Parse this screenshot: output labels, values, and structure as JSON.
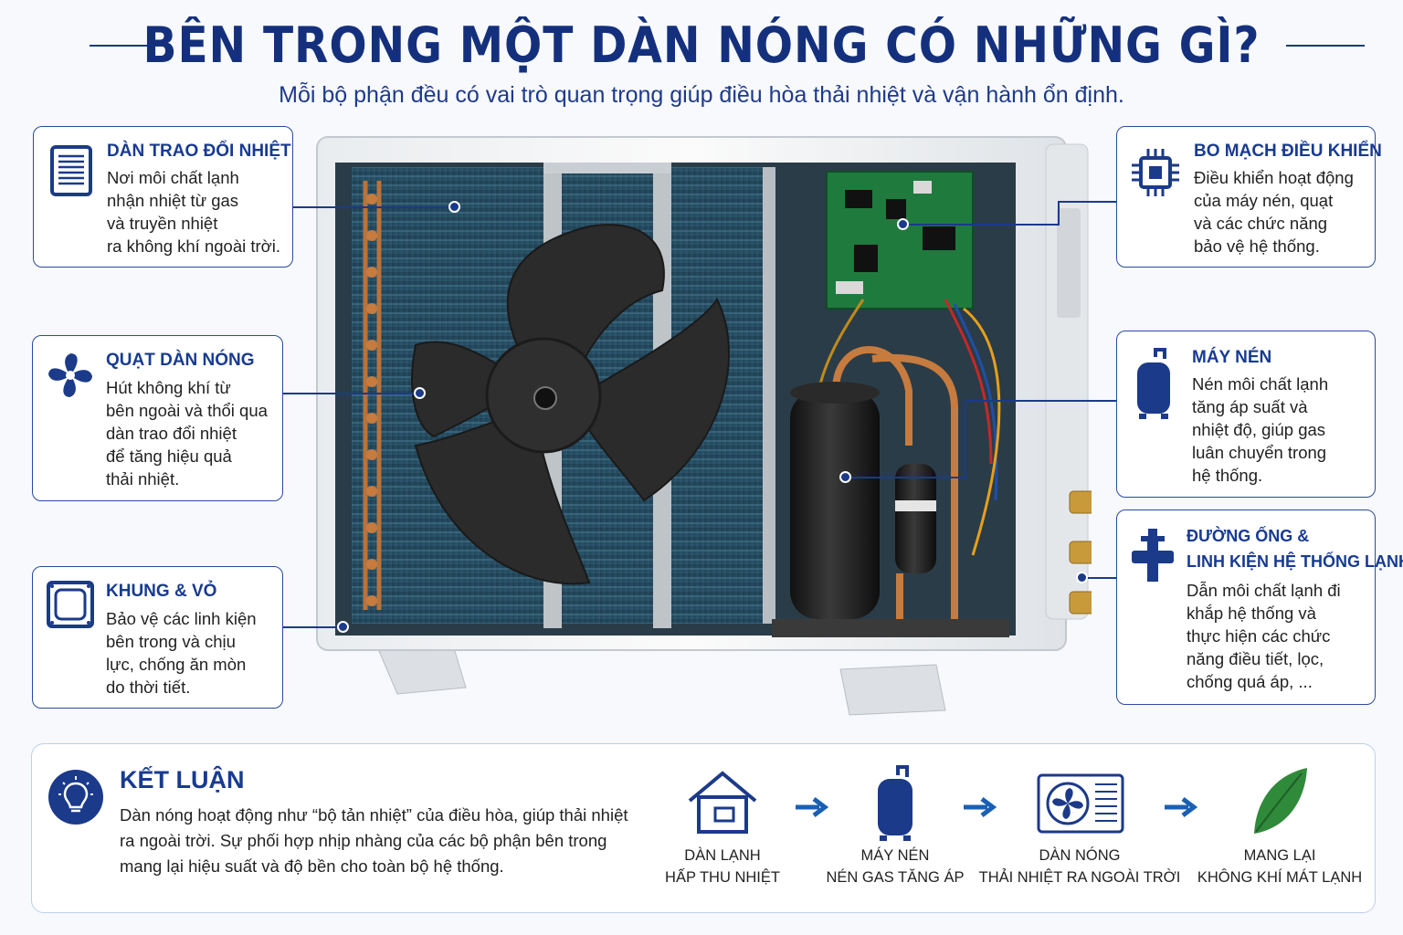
{
  "header": {
    "title": "BÊN TRONG MỘT DÀN NÓNG CÓ NHỮNG GÌ?",
    "subtitle": "Mỗi bộ phận đều có vai trò quan trọng giúp điều hòa thải nhiệt và vận hành ổn định."
  },
  "cards": {
    "heat_exchanger": {
      "title": "DÀN TRAO ĐỔI NHIỆT",
      "body": "Nơi môi chất lạnh\nnhận nhiệt từ gas\nvà truyền nhiệt\nra không khí ngoài trời."
    },
    "fan": {
      "title": "QUẠT DÀN NÓNG",
      "body": "Hút không khí từ\nbên ngoài và thổi qua\ndàn trao đổi nhiệt\nđể tăng hiệu quả\nthải nhiệt."
    },
    "frame": {
      "title": "KHUNG & VỎ",
      "body": "Bảo vệ các linh kiện\nbên trong và chịu\nlực, chống ăn mòn\ndo thời tiết."
    },
    "control_board": {
      "title": "BO MẠCH ĐIỀU KHIỂN",
      "body": "Điều khiển hoạt động\ncủa máy nén, quạt\nvà các chức năng\nbảo vệ hệ thống."
    },
    "compressor": {
      "title": "MÁY NÉN",
      "body": "Nén môi chất lạnh\ntăng áp suất và\nnhiệt độ, giúp gas\nluân chuyển trong\nhệ thống."
    },
    "piping": {
      "title_line1": "ĐƯỜNG ỐNG &",
      "title_line2": "LINH KIỆN HỆ THỐNG LẠNH",
      "body": "Dẫn môi chất lạnh đi\nkhắp hệ thống và\nthực hiện các chức\nnăng điều tiết, lọc,\nchống quá áp, ..."
    }
  },
  "conclusion": {
    "title": "KẾT LUẬN",
    "body": "Dàn nóng hoạt động như “bộ tản nhiệt” của điều hòa, giúp thải nhiệt\nra ngoài trời. Sự phối hợp nhịp nhàng của các bộ phận bên trong\nmang lại hiệu suất và độ bền cho toàn bộ hệ thống.",
    "flow": [
      {
        "line1": "DÀN LẠNH",
        "line2": "HẤP THU NHIỆT",
        "icon": "house-icon"
      },
      {
        "line1": "MÁY NÉN",
        "line2": "NÉN GAS TĂNG ÁP",
        "icon": "compressor-icon"
      },
      {
        "line1": "DÀN NÓNG",
        "line2": "THẢI NHIỆT RA NGOÀI TRỜI",
        "icon": "outdoor-unit-icon"
      },
      {
        "line1": "MANG LẠI",
        "line2": "KHÔNG KHÍ MÁT LẠNH",
        "icon": "leaf-icon"
      }
    ]
  },
  "colors": {
    "primary": "#183b91",
    "accent": "#1b3a8a",
    "leaf": "#2f8a3a",
    "background": "#f7f9fc"
  }
}
